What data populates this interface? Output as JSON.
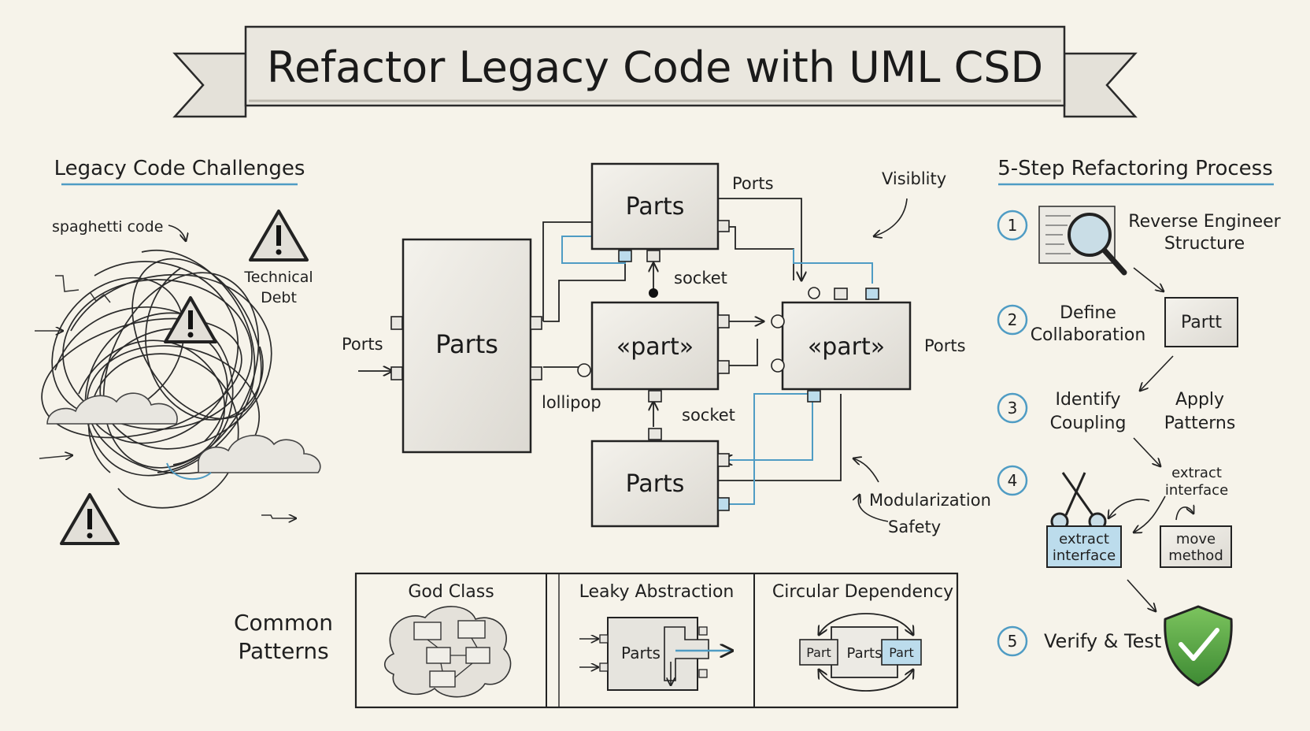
{
  "title": "Refactor Legacy Code with UML CSD",
  "legacy": {
    "heading": "Legacy Code Challenges",
    "spaghetti_label": "spaghetti code",
    "debt_label_line1": "Technical",
    "debt_label_line2": "Debt"
  },
  "diagram": {
    "part_top": "Parts",
    "part_left": "Parts",
    "part_center": "«part»",
    "part_right": "«part»",
    "part_bottom": "Parts",
    "ports_top": "Ports",
    "ports_left": "Ports",
    "ports_right": "Ports",
    "visibility": "Visiblity",
    "socket_upper": "socket",
    "socket_lower": "socket",
    "lollipop": "lollipop",
    "modularization": "Modularization",
    "safety": "Safety"
  },
  "patterns": {
    "label_line1": "Common",
    "label_line2": "Patterns",
    "god_class": "God Class",
    "leaky": "Leaky Abstraction",
    "leaky_part": "Parts",
    "circular": "Circular Dependency",
    "circ_left": "Part",
    "circ_mid": "Parts",
    "circ_right": "Part"
  },
  "process": {
    "heading": "5-Step Refactoring Process",
    "step1_num": "1",
    "step1_line1": "Reverse Engineer",
    "step1_line2": "Structure",
    "step2_num": "2",
    "step2_line1": "Define",
    "step2_line2": "Collaboration",
    "step2_box": "Partt",
    "step3_num": "3",
    "step3_line1": "Identify",
    "step3_line2": "Coupling",
    "step3_right_line1": "Apply",
    "step3_right_line2": "Patterns",
    "step4_num": "4",
    "step4_note_line1": "extract",
    "step4_note_line2": "interface",
    "step4_box1_line1": "extract",
    "step4_box1_line2": "interface",
    "step4_box2_line1": "move",
    "step4_box2_line2": "method",
    "step5_num": "5",
    "step5_label": "Verify & Test"
  },
  "colors": {
    "ink": "#1f1f1f",
    "paper": "#f6f3ea",
    "accent_blue": "#4f9cc4",
    "light_blue": "#bcdcec",
    "shield_green": "#4f9a3e",
    "box_fill": "#eeece6"
  }
}
